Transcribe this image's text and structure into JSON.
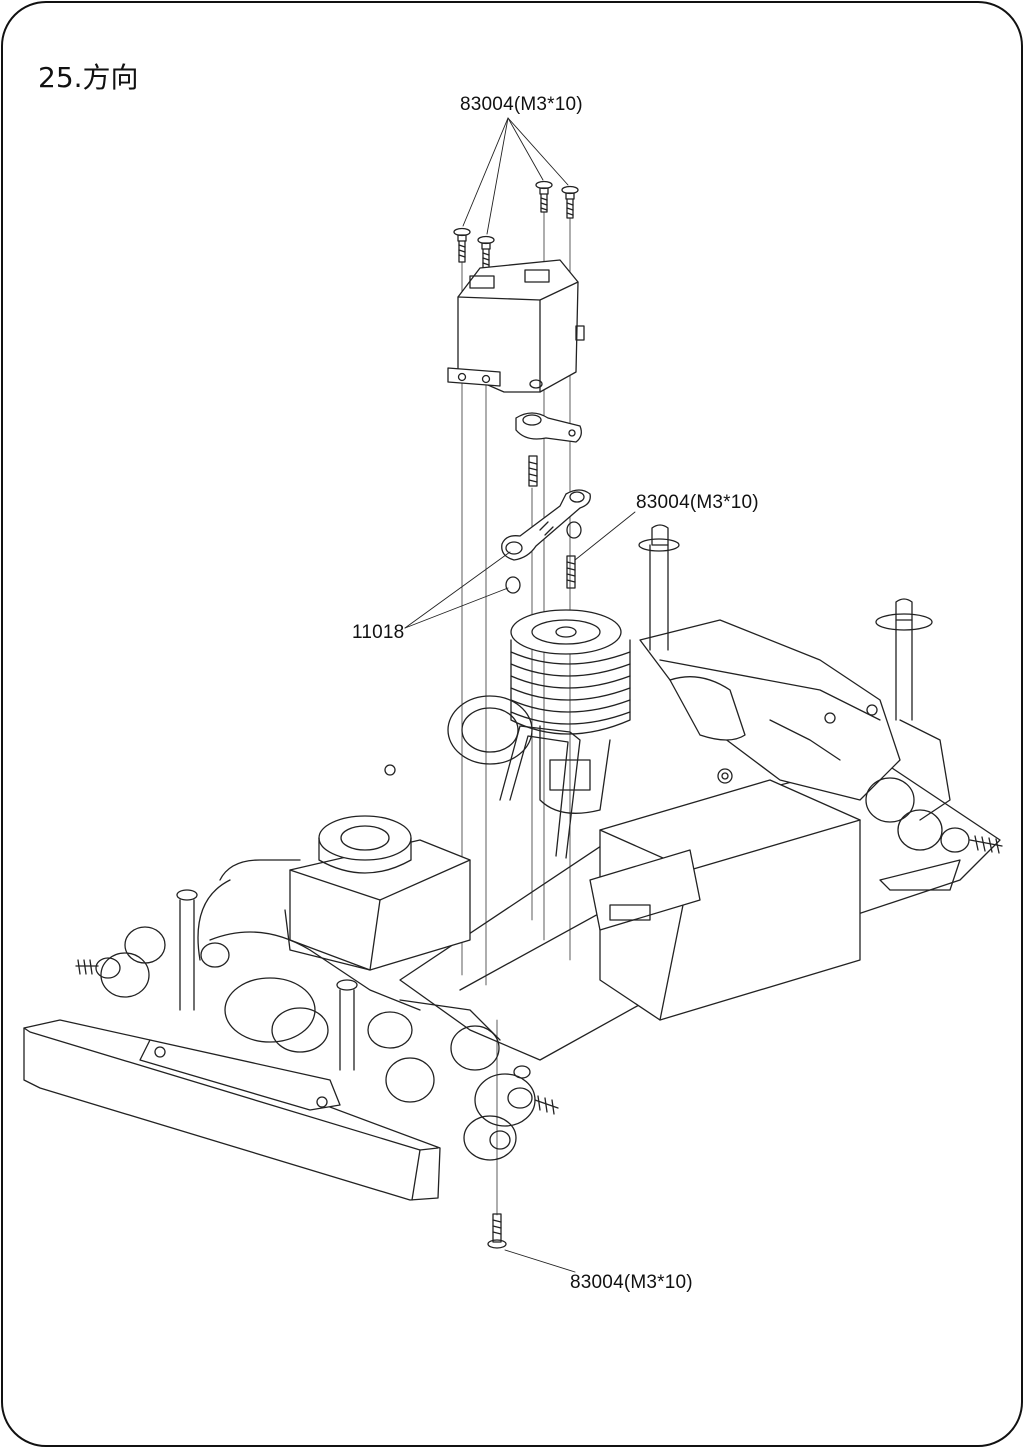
{
  "step": {
    "title": "25.方向"
  },
  "callouts": {
    "top_screws": "83004(M3*10)",
    "right_screw": "83004(M3*10)",
    "link": "11018",
    "bottom_screw": "83004(M3*10)"
  }
}
